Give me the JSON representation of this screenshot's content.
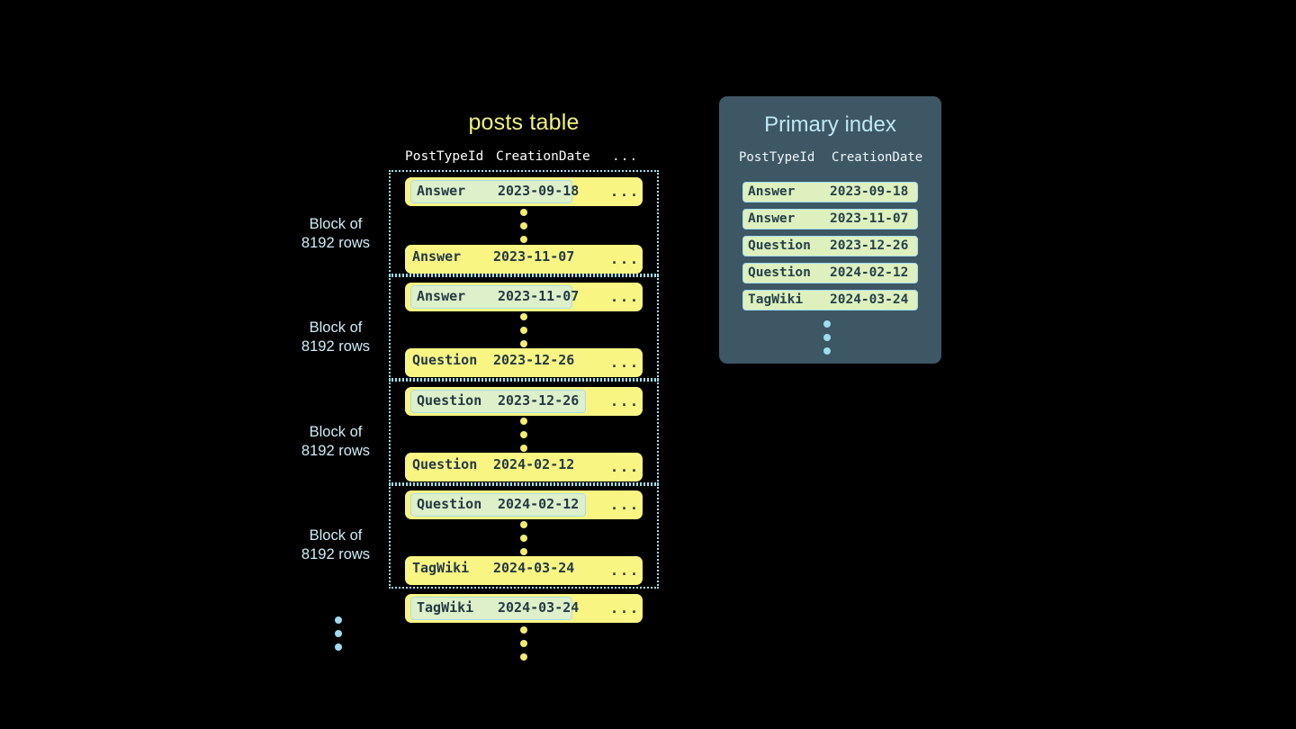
{
  "posts_table": {
    "title": "posts table",
    "columns": [
      "PostTypeId",
      "CreationDate",
      "..."
    ],
    "ellipsis_cell": "...",
    "blocks": [
      {
        "label_line1": "Block of",
        "label_line2": "8192 rows",
        "first_row": {
          "post_type": "Answer",
          "creation_date": "2023-09-18",
          "rest": "...",
          "highlighted": true
        },
        "last_row": {
          "post_type": "Answer",
          "creation_date": "2023-11-07",
          "rest": "...",
          "highlighted": false
        }
      },
      {
        "label_line1": "Block of",
        "label_line2": "8192 rows",
        "first_row": {
          "post_type": "Answer",
          "creation_date": "2023-11-07",
          "rest": "...",
          "highlighted": true
        },
        "last_row": {
          "post_type": "Question",
          "creation_date": "2023-12-26",
          "rest": "...",
          "highlighted": false
        }
      },
      {
        "label_line1": "Block of",
        "label_line2": "8192 rows",
        "first_row": {
          "post_type": "Question",
          "creation_date": "2023-12-26",
          "rest": "...",
          "highlighted": true
        },
        "last_row": {
          "post_type": "Question",
          "creation_date": "2024-02-12",
          "rest": "...",
          "highlighted": false
        }
      },
      {
        "label_line1": "Block of",
        "label_line2": "8192 rows",
        "first_row": {
          "post_type": "Question",
          "creation_date": "2024-02-12",
          "rest": "...",
          "highlighted": true
        },
        "last_row": {
          "post_type": "TagWiki",
          "creation_date": "2024-03-24",
          "rest": "...",
          "highlighted": false
        }
      }
    ],
    "trailing_row": {
      "post_type": "TagWiki",
      "creation_date": "2024-03-24",
      "rest": "...",
      "highlighted": true
    }
  },
  "primary_index": {
    "title": "Primary index",
    "columns": [
      "PostTypeId",
      "CreationDate"
    ],
    "rows": [
      {
        "post_type": "Answer",
        "creation_date": "2023-09-18"
      },
      {
        "post_type": "Answer",
        "creation_date": "2023-11-07"
      },
      {
        "post_type": "Question",
        "creation_date": "2023-12-26"
      },
      {
        "post_type": "Question",
        "creation_date": "2024-02-12"
      },
      {
        "post_type": "TagWiki",
        "creation_date": "2024-03-24"
      }
    ]
  },
  "colors": {
    "background": "#000000",
    "row_yellow": "#f9f583",
    "highlight_green": "#ddf0c9",
    "highlight_border": "#a9dced",
    "block_border": "#9fdff0",
    "title_yellow": "#f2f27a",
    "panel_bg": "#3d5764",
    "panel_title": "#bfe9f5",
    "index_row_bg": "#ddf0bd",
    "label_blue": "#cdeef8",
    "dot_yellow": "#f4ec6e",
    "dot_blue": "#9fdcf0",
    "mono_text": "#243a45"
  }
}
